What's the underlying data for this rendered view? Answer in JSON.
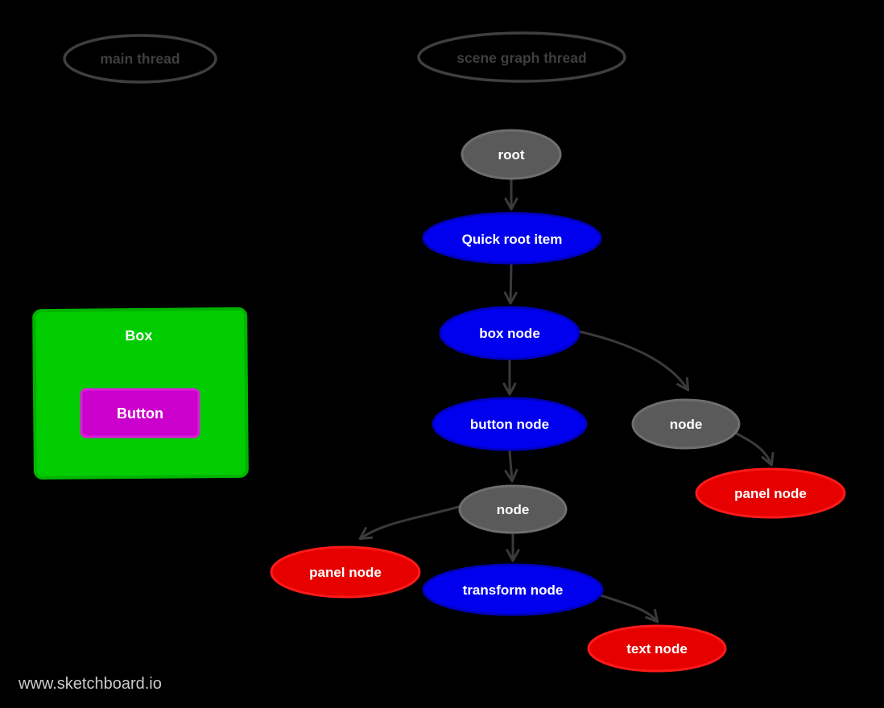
{
  "canvas": {
    "background": "#000000",
    "watermark": "www.sketchboard.io"
  },
  "threads": {
    "main": {
      "label": "main thread"
    },
    "scene_graph": {
      "label": "scene graph thread"
    }
  },
  "main_thread_shapes": {
    "box": {
      "label": "Box",
      "fill": "#00cc00"
    },
    "button": {
      "label": "Button",
      "fill": "#cc00cc"
    }
  },
  "scene_graph": {
    "nodes": {
      "root": {
        "label": "root",
        "kind": "gray"
      },
      "quick_root_item": {
        "label": "Quick root item",
        "kind": "blue"
      },
      "box_node": {
        "label": "box node",
        "kind": "blue"
      },
      "button_node": {
        "label": "button node",
        "kind": "blue"
      },
      "node_right": {
        "label": "node",
        "kind": "gray"
      },
      "panel_node_right": {
        "label": "panel node",
        "kind": "red"
      },
      "node_lower": {
        "label": "node",
        "kind": "gray"
      },
      "panel_node_left": {
        "label": "panel node",
        "kind": "red"
      },
      "transform_node": {
        "label": "transform node",
        "kind": "blue"
      },
      "text_node": {
        "label": "text node",
        "kind": "red"
      }
    },
    "edges": [
      {
        "from": "root",
        "to": "quick_root_item"
      },
      {
        "from": "quick_root_item",
        "to": "box_node"
      },
      {
        "from": "box_node",
        "to": "button_node"
      },
      {
        "from": "box_node",
        "to": "node_right"
      },
      {
        "from": "node_right",
        "to": "panel_node_right"
      },
      {
        "from": "button_node",
        "to": "node_lower"
      },
      {
        "from": "node_lower",
        "to": "panel_node_left"
      },
      {
        "from": "node_lower",
        "to": "transform_node"
      },
      {
        "from": "transform_node",
        "to": "text_node"
      }
    ]
  },
  "colors": {
    "background": "#000000",
    "edge": "#3a3a3a",
    "thread_outline": "#3f3f3f",
    "thread_text": "#3f3f3f",
    "node_gray_fill": "#5a5a5a",
    "node_gray_stroke": "#6e6e6e",
    "node_blue_fill": "#0000ee",
    "node_blue_stroke": "#0000be",
    "node_red_fill": "#e60000",
    "node_red_stroke": "#ff1a1a",
    "box_green": "#00cc00",
    "button_magenta": "#cc00cc",
    "label_text": "#ffffff",
    "watermark_text": "#cbcbcb"
  }
}
